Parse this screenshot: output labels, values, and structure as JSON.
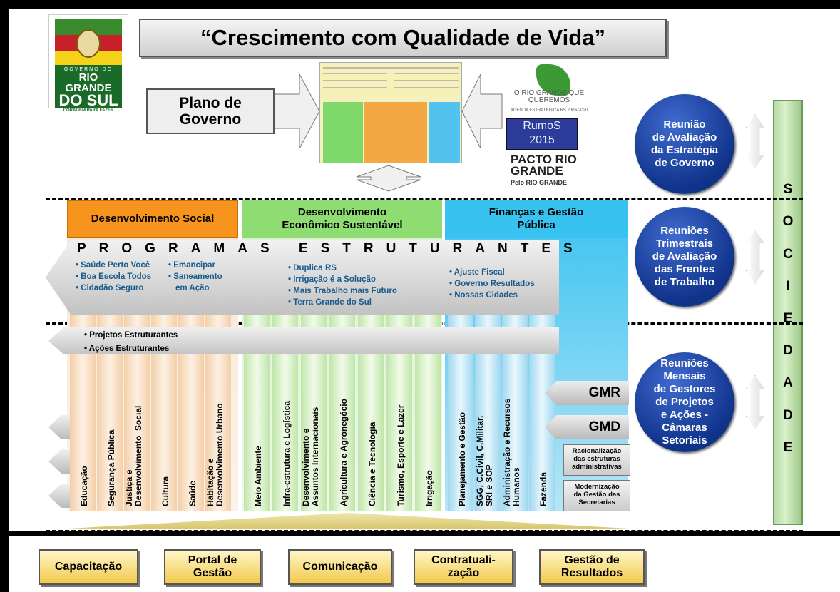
{
  "title": "“Crescimento com Qualidade de Vida”",
  "logo": {
    "line1": "GOVERNO DO",
    "line2": "RIO GRANDE",
    "line3": "DO SUL",
    "tagline": "CORAGEM PARA FAZER"
  },
  "plano": "Plano de\nGoverno",
  "partner_logos": {
    "qr_text": "O RIO GRANDE QUE QUEREMOS",
    "qr_sub": "AGENDA ESTRATÉGICA RS 2006-2020",
    "rumos": "RumoS\n2015",
    "pacto": "PACTO RIO GRANDE",
    "pacto_sub": "Pelo RIO GRANDE"
  },
  "circles": [
    "Reunião\nde Avaliação\nda Estratégia\nde Governo",
    "Reuniões\nTrimestrais\nde Avaliação\ndas Frentes\nde Trabalho",
    "Reuniões\nMensais\nde Gestores\nde Projetos\ne Ações -\nCâmaras\nSetoriais"
  ],
  "sociedade": [
    "S",
    "O",
    "C",
    "I",
    "E",
    "D",
    "A",
    "D",
    "E"
  ],
  "headers": {
    "social": "Desenvolvimento Social",
    "econ": "Desenvolvimento\nEconômico Sustentável",
    "fin": "Finanças e Gestão\nPública"
  },
  "programas_word": "PROGRAMAS ESTRUTURANTES",
  "programs": {
    "social_col1": [
      "• Saúde Perto Você",
      "• Boa Escola Todos",
      "• Cidadão Seguro"
    ],
    "social_col2": [
      "• Emancipar",
      "• Saneamento",
      "em Ação"
    ],
    "econ": [
      "• Duplica RS",
      "• Irrigação é a Solução",
      "• Mais Trabalho mais Futuro",
      "• Terra Grande do Sul"
    ],
    "fin": [
      "• Ajuste Fiscal",
      "• Governo Resultados",
      "• Nossas Cidades"
    ]
  },
  "projetos": "• Projetos Estruturantes\n• Ações Estruturantes",
  "bars": {
    "social": [
      "Educação",
      "Segurança Pública",
      "Justiça e\nDesenvolvimento  Social",
      "Cultura",
      "Saúde",
      "Habitação e\nDesenvolvimento Urbano"
    ],
    "econ": [
      "Meio Ambiente",
      "Infra-estrutura e Logística",
      "Desenvolvimento e\nAssuntos Internacionais",
      "Agricultura e Agronegócio",
      "Ciência e Tecnologia",
      "Turismo, Esporte e Lazer",
      "Irrigação"
    ],
    "fin": [
      "Planejamento e Gestão",
      "SGG, C.Civil, C.Militar,\nSRI e SOP",
      "Administração e Recursos\nHumanos",
      "Fazenda"
    ]
  },
  "gmr": "GMR",
  "gmd": "GMD",
  "racionalizacao": "Racionalização\ndas estruturas\nadministrativas",
  "modernizacao": "Modernização\nda Gestão das\nSecretarias",
  "bottom_buttons": [
    "Capacitação",
    "Portal de\nGestão",
    "Comunicação",
    "Contratuali-\nzação",
    "Gestão de\nResultados"
  ]
}
